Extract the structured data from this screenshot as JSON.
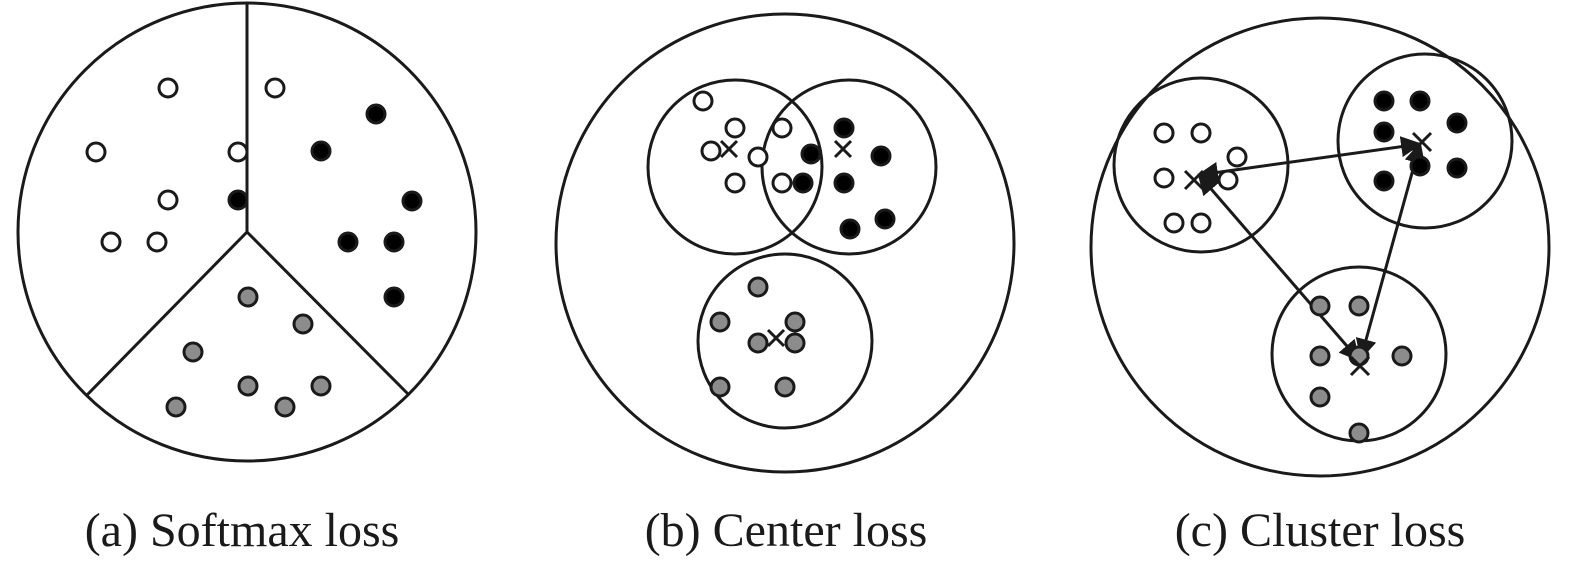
{
  "colors": {
    "stroke": "#1a1a1a",
    "class_white": "#ffffff",
    "class_black": "#000000",
    "class_gray": "#8c8c8c",
    "background": "#ffffff"
  },
  "panels": [
    {
      "id": "a",
      "caption": "(a) Softmax loss",
      "style": "partitioned-space"
    },
    {
      "id": "b",
      "caption": "(b) Center loss",
      "style": "overlapping-clusters-with-centers"
    },
    {
      "id": "c",
      "caption": "(c) Cluster loss",
      "style": "separated-clusters-with-center-arrows"
    }
  ],
  "icons": {
    "class_marker": "filled-circle",
    "center_marker": "cross-mark",
    "center_link": "double-headed-arrow"
  }
}
